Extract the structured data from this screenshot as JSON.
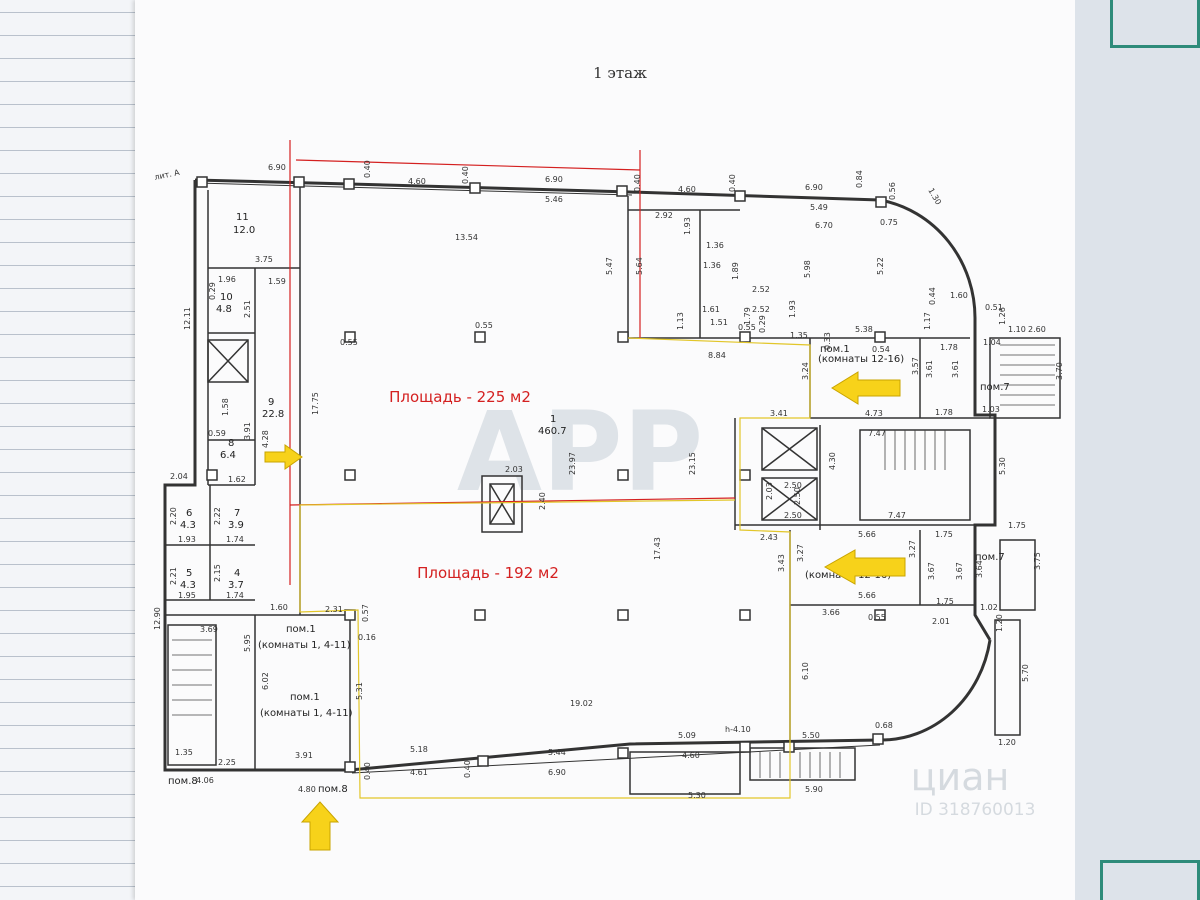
{
  "plan": {
    "floor_title": "1 этаж",
    "sheet_mark": "лит. А",
    "area_labels": {
      "top": "Площадь - 225 м2",
      "bottom": "Площадь - 192 м2"
    },
    "main_room": {
      "number": "1",
      "area": "460.7"
    },
    "rooms": [
      {
        "id": "r11",
        "number": "11",
        "area": "12.0"
      },
      {
        "id": "r10",
        "number": "10",
        "area": "4.8"
      },
      {
        "id": "r9",
        "number": "9",
        "area": "22.8"
      },
      {
        "id": "r8",
        "number": "8",
        "area": "6.4"
      },
      {
        "id": "r6",
        "number": "6",
        "area": "4.3"
      },
      {
        "id": "r7",
        "number": "7",
        "area": "3.9"
      },
      {
        "id": "r5",
        "number": "5",
        "area": "4.3"
      },
      {
        "id": "r4",
        "number": "4",
        "area": "3.7"
      }
    ],
    "room_notes": {
      "pom1_rooms_12_16_a": "пом.1",
      "pom1_rooms_12_16_b": "(комнаты 12-16)",
      "pom1_rooms_1_4_11_a": "пом.1",
      "pom1_rooms_1_4_11_b": "(комнаты 1, 4-11)",
      "pom1_rooms_1_4_11_c": "пом.1",
      "pom1_rooms_1_4_11_d": "(комнаты 1, 4-11)",
      "pom1_mid": "(комнаты 12-16)",
      "pom7_top": "пом.7",
      "pom7_bottom": "пом.7",
      "pom8_left": "пом.8",
      "pom8_bottom": "пом.8"
    },
    "dimensions": {
      "d_690a": "6.90",
      "d_040a": "0.40",
      "d_460a": "4.60",
      "d_040b": "0.40",
      "d_690b": "6.90",
      "d_546": "5.46",
      "d_040c": "0.40",
      "d_460b": "4.60",
      "d_040d": "0.40",
      "d_690c": "6.90",
      "d_084": "0.84",
      "d_056": "0.56",
      "d_130": "1.30",
      "d_549": "5.49",
      "d_075": "0.75",
      "d_292": "2.92",
      "d_670": "6.70",
      "d_1354": "13.54",
      "d_193": "1.93",
      "d_136a": "1.36",
      "d_136b": "1.36",
      "d_189": "1.89",
      "d_252a": "2.52",
      "d_252b": "2.52",
      "d_547": "5.47",
      "d_564": "5.64",
      "d_598": "5.98",
      "d_522": "5.22",
      "d_161": "1.61",
      "d_113": "1.13",
      "d_151": "1.51",
      "d_179": "1.79",
      "d_193b": "1.93",
      "d_029": "0.29",
      "d_135": "1.35",
      "d_160": "1.60",
      "d_051": "0.51",
      "d_044": "0.44",
      "d_126": "1.26",
      "d_110": "1.10",
      "d_260": "2.60",
      "d_884": "8.84",
      "d_538": "5.38",
      "d_033": "0.33",
      "d_054": "0.54",
      "d_178a": "1.78",
      "d_104": "1.04",
      "d_370": "3.70",
      "d_324": "3.24",
      "d_357": "3.57",
      "d_361a": "3.61",
      "d_361b": "3.61",
      "d_178b": "1.78",
      "d_103": "1.03",
      "d_117": "1.17",
      "d_341": "3.41",
      "d_473": "4.73",
      "d_747a": "7.47",
      "d_430": "4.30",
      "d_530": "5.30",
      "d_250a": "2.50",
      "d_203": "2.03",
      "d_250b": "2.50",
      "d_250c": "2.50",
      "d_747b": "7.47",
      "d_566a": "5.66",
      "d_175a": "1.75",
      "d_175b": "1.75",
      "d_243": "2.43",
      "d_327": "3.27",
      "d_343": "3.43",
      "d_327b": "3.27",
      "d_367": "3.67",
      "d_367b": "3.67",
      "d_364": "3.64",
      "d_375": "3.75",
      "d_566b": "5.66",
      "d_175c": "1.75",
      "d_102": "1.02",
      "d_366": "3.66",
      "d_055a": "0.55",
      "d_201": "2.01",
      "d_120": "1.20",
      "d_570": "5.70",
      "d_1775": "17.75",
      "d_2397": "23.97",
      "d_2315": "23.15",
      "d_1743": "17.43",
      "d_203b": "2.03",
      "d_240": "2.40",
      "d_1902": "19.02",
      "d_610": "6.10",
      "d_1211": "12.11",
      "d_375b": "3.75",
      "d_159": "1.59",
      "d_196": "1.96",
      "d_251": "2.51",
      "d_158": "1.58",
      "d_059": "0.59",
      "d_391": "3.91",
      "d_428": "4.28",
      "d_204": "2.04",
      "d_162": "1.62",
      "d_220": "2.20",
      "d_222": "2.22",
      "d_193c": "1.93",
      "d_174a": "1.74",
      "d_221": "2.21",
      "d_215": "2.15",
      "d_195": "1.95",
      "d_174b": "1.74",
      "d_1290": "12.90",
      "d_369": "3.69",
      "d_595": "5.95",
      "d_160b": "1.60",
      "d_231": "2.31",
      "d_057": "0.57",
      "d_016": "0.16",
      "d_602": "6.02",
      "d_531": "5.31",
      "d_135b": "1.35",
      "d_225": "2.25",
      "d_406": "4.06",
      "d_391b": "3.91",
      "d_480": "4.80",
      "d_518": "5.18",
      "d_461": "4.61",
      "d_544": "5.44",
      "d_690d": "6.90",
      "d_509": "5.09",
      "d_h410": "h-4.10",
      "d_460c": "4.60",
      "d_550": "5.50",
      "d_068": "0.68",
      "d_590": "5.90",
      "d_530b": "5.30",
      "d_120b": "1.20",
      "d_040e": "0.40",
      "d_040f": "0.40",
      "d_022": "0.29",
      "d_055b": "0.55",
      "d_055c": "0.55",
      "d_055d": "0.55"
    },
    "watermarks": {
      "center": "APP",
      "corner": "циан",
      "corner_id": "ID 318760013"
    },
    "colors": {
      "red_line": "#d42020",
      "yellow_line": "#e2c62a",
      "arrow": "#f7d21a",
      "wall": "#333333"
    }
  }
}
